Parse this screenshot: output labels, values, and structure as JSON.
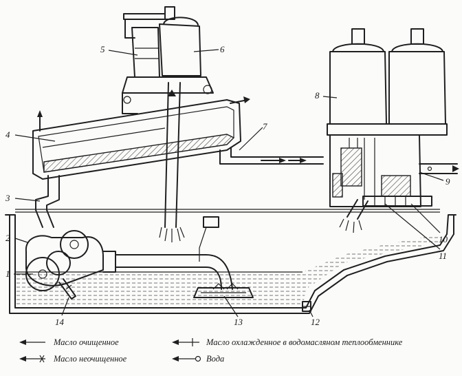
{
  "labels": {
    "n1": "1",
    "n2": "2",
    "n3": "3",
    "n4": "4",
    "n5": "5",
    "n6": "6",
    "n7": "7",
    "n8": "8",
    "n9": "9",
    "n10": "10",
    "n11": "11",
    "n12": "12",
    "n13": "13",
    "n14": "14"
  },
  "legend": {
    "clean_oil": "Масло очищенное",
    "unclean_oil": "Масло неочищенное",
    "cooled_oil": "Масло охлажденное в водомасляном теплообменнике",
    "water": "Вода"
  }
}
